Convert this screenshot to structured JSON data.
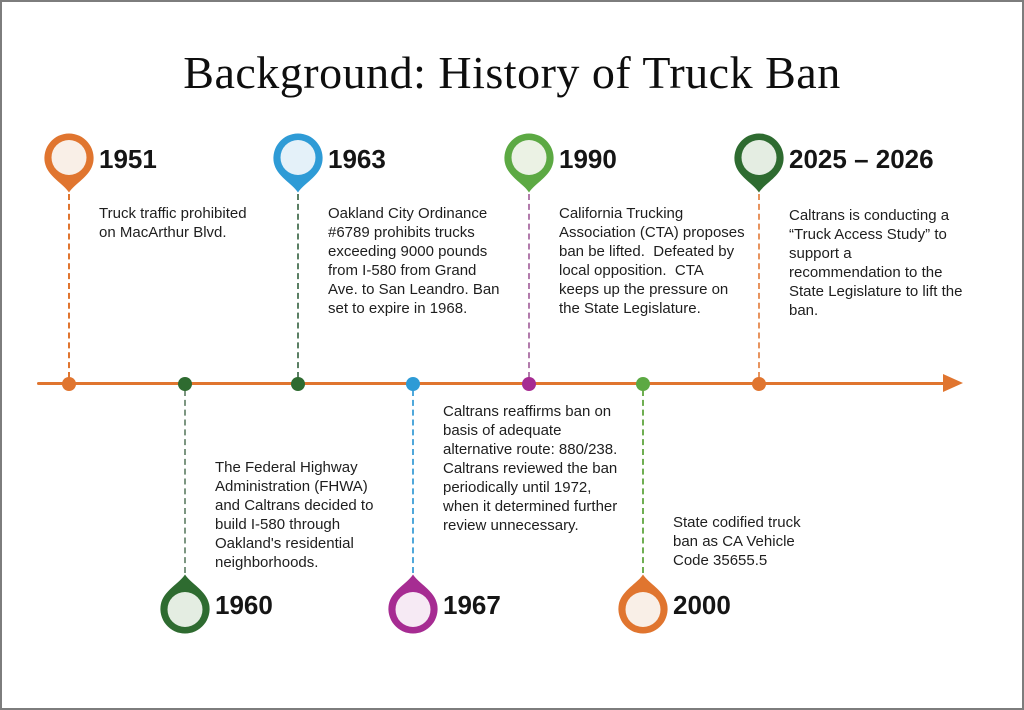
{
  "title": "Background: History of Truck Ban",
  "axis": {
    "color": "#E0752F"
  },
  "timeline": {
    "items": [
      {
        "year": "1951",
        "side": "top",
        "description": "Truck traffic prohibited on MacArthur Blvd.",
        "pin_color": "#E0752F",
        "pin_fill": "#F9EFE7",
        "dash_color": "#E0752F",
        "dot_color": "#E0752F"
      },
      {
        "year": "1960",
        "side": "bottom",
        "description": "The Federal Highway Administration (FHWA) and Caltrans decided to build I-580 through Oakland's residential neighborhoods.",
        "pin_color": "#2E6B30",
        "pin_fill": "#E4EDE2",
        "dash_color": "#7C9681",
        "dot_color": "#2E6B30"
      },
      {
        "year": "1963",
        "side": "top",
        "description": "Oakland City Ordinance #6789 prohibits trucks exceeding 9000 pounds from I-580 from Grand Ave. to San Leandro. Ban set to expire in 1968.",
        "pin_color": "#2E9BD6",
        "pin_fill": "#E4F1F9",
        "dash_color": "#5A7F63",
        "dot_color": "#2E6B30"
      },
      {
        "year": "1967",
        "side": "bottom",
        "description": "Caltrans reaffirms ban on basis of adequate alternative route: 880/238.  Caltrans reviewed the ban periodically until 1972, when it determined further review unnecessary.",
        "pin_color": "#A62C92",
        "pin_fill": "#F6EAF4",
        "dash_color": "#4FA8DB",
        "dot_color": "#2E9BD6"
      },
      {
        "year": "1990",
        "side": "top",
        "description": "California Trucking Association (CTA) proposes ban be lifted.  Defeated by local opposition.  CTA keeps up the pressure on the State Legislature.",
        "pin_color": "#5CA943",
        "pin_fill": "#EBF2E4",
        "dash_color": "#B27BAC",
        "dot_color": "#A62C92"
      },
      {
        "year": "2000",
        "side": "bottom",
        "description": "State codified truck ban as CA Vehicle Code 35655.5",
        "pin_color": "#E0752F",
        "pin_fill": "#F9EFE7",
        "dash_color": "#6FAE52",
        "dot_color": "#5CA943"
      },
      {
        "year": "2025 – 2026",
        "side": "top",
        "description": "Caltrans is conducting a “Truck Access Study” to support a recommendation to the State Legislature to lift the ban.",
        "pin_color": "#2E6B30",
        "pin_fill": "#E4EDE2",
        "dash_color": "#E8945E",
        "dot_color": "#E0752F"
      }
    ]
  }
}
